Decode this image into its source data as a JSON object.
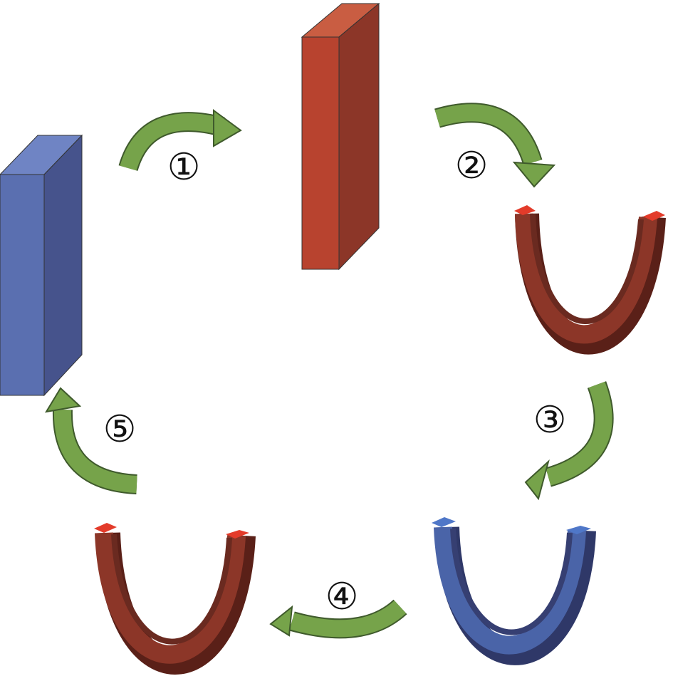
{
  "diagram": {
    "steps": [
      {
        "label": "①"
      },
      {
        "label": "②"
      },
      {
        "label": "③"
      },
      {
        "label": "④"
      },
      {
        "label": "⑤"
      }
    ],
    "colors": {
      "blue_front": "#5a6fb0",
      "blue_side": "#46538c",
      "blue_top": "#6f84c4",
      "red_front": "#b8432f",
      "red_side": "#8c3628",
      "red_top": "#c95d42",
      "arrow_fill": "#76a34a",
      "arrow_stroke": "#3f5a2c"
    }
  }
}
